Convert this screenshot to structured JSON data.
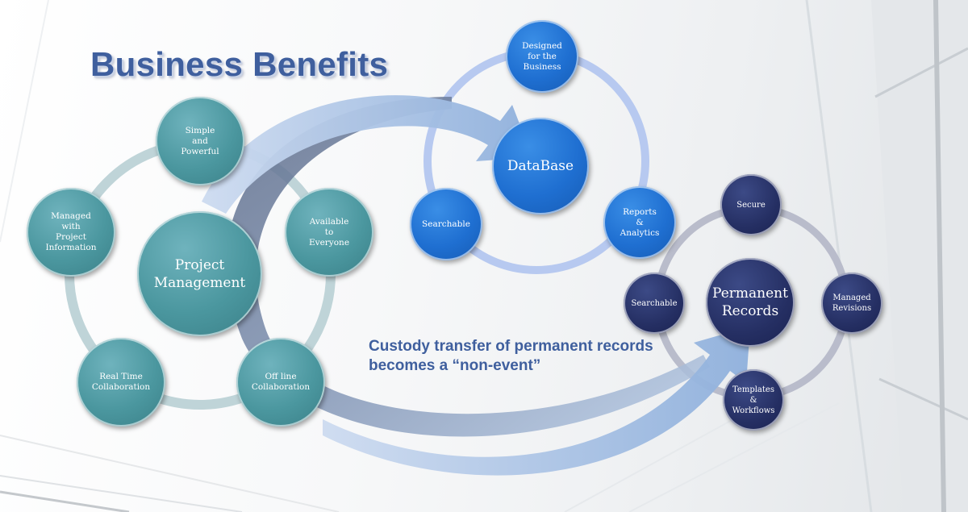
{
  "title": "Business Benefits",
  "caption": "Custody transfer of permanent records becomes a “non-event”",
  "project_cycle": {
    "center": "Project\nManagement",
    "nodes": [
      "Simple\nand\nPowerful",
      "Available\nto\nEveryone",
      "Off line\nCollaboration",
      "Real Time\nCollaboration",
      "Managed\nwith\nProject\nInformation"
    ]
  },
  "database_cycle": {
    "center": "DataBase",
    "nodes": [
      "Designed\nfor the\nBusiness",
      "Reports\n&\nAnalytics",
      "Searchable"
    ]
  },
  "records_cycle": {
    "center": "Permanent\nRecords",
    "nodes": [
      "Secure",
      "Managed\nRevisions",
      "Templates\n&\nWorkflows",
      "Searchable"
    ]
  },
  "colors": {
    "teal": "#4b979f",
    "blue": "#1f6fd1",
    "navy": "#252f63",
    "title": "#3f5f9e",
    "arrow": "#9fbbe0"
  }
}
